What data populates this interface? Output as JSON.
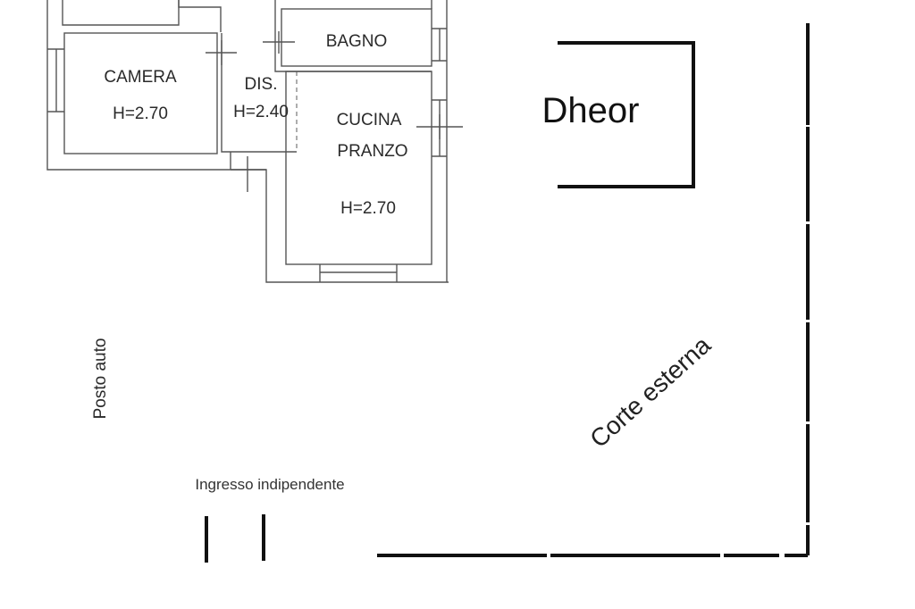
{
  "rooms": {
    "camera": {
      "name": "CAMERA",
      "height": "H=2.70"
    },
    "dis": {
      "name": "DIS.",
      "height": "H=2.40"
    },
    "bagno": {
      "name": "BAGNO"
    },
    "cucina": {
      "name_line1": "CUCINA",
      "name_line2": "PRANZO",
      "height": "H=2.70"
    }
  },
  "labels": {
    "logo": "Dheor",
    "posto_auto": "Posto auto",
    "corte_esterna": "Corte esterna",
    "ingresso": "Ingresso indipendente"
  },
  "colors": {
    "wall_thin": "#555555",
    "wall_thick": "#111111",
    "text": "#2a2a2a"
  }
}
